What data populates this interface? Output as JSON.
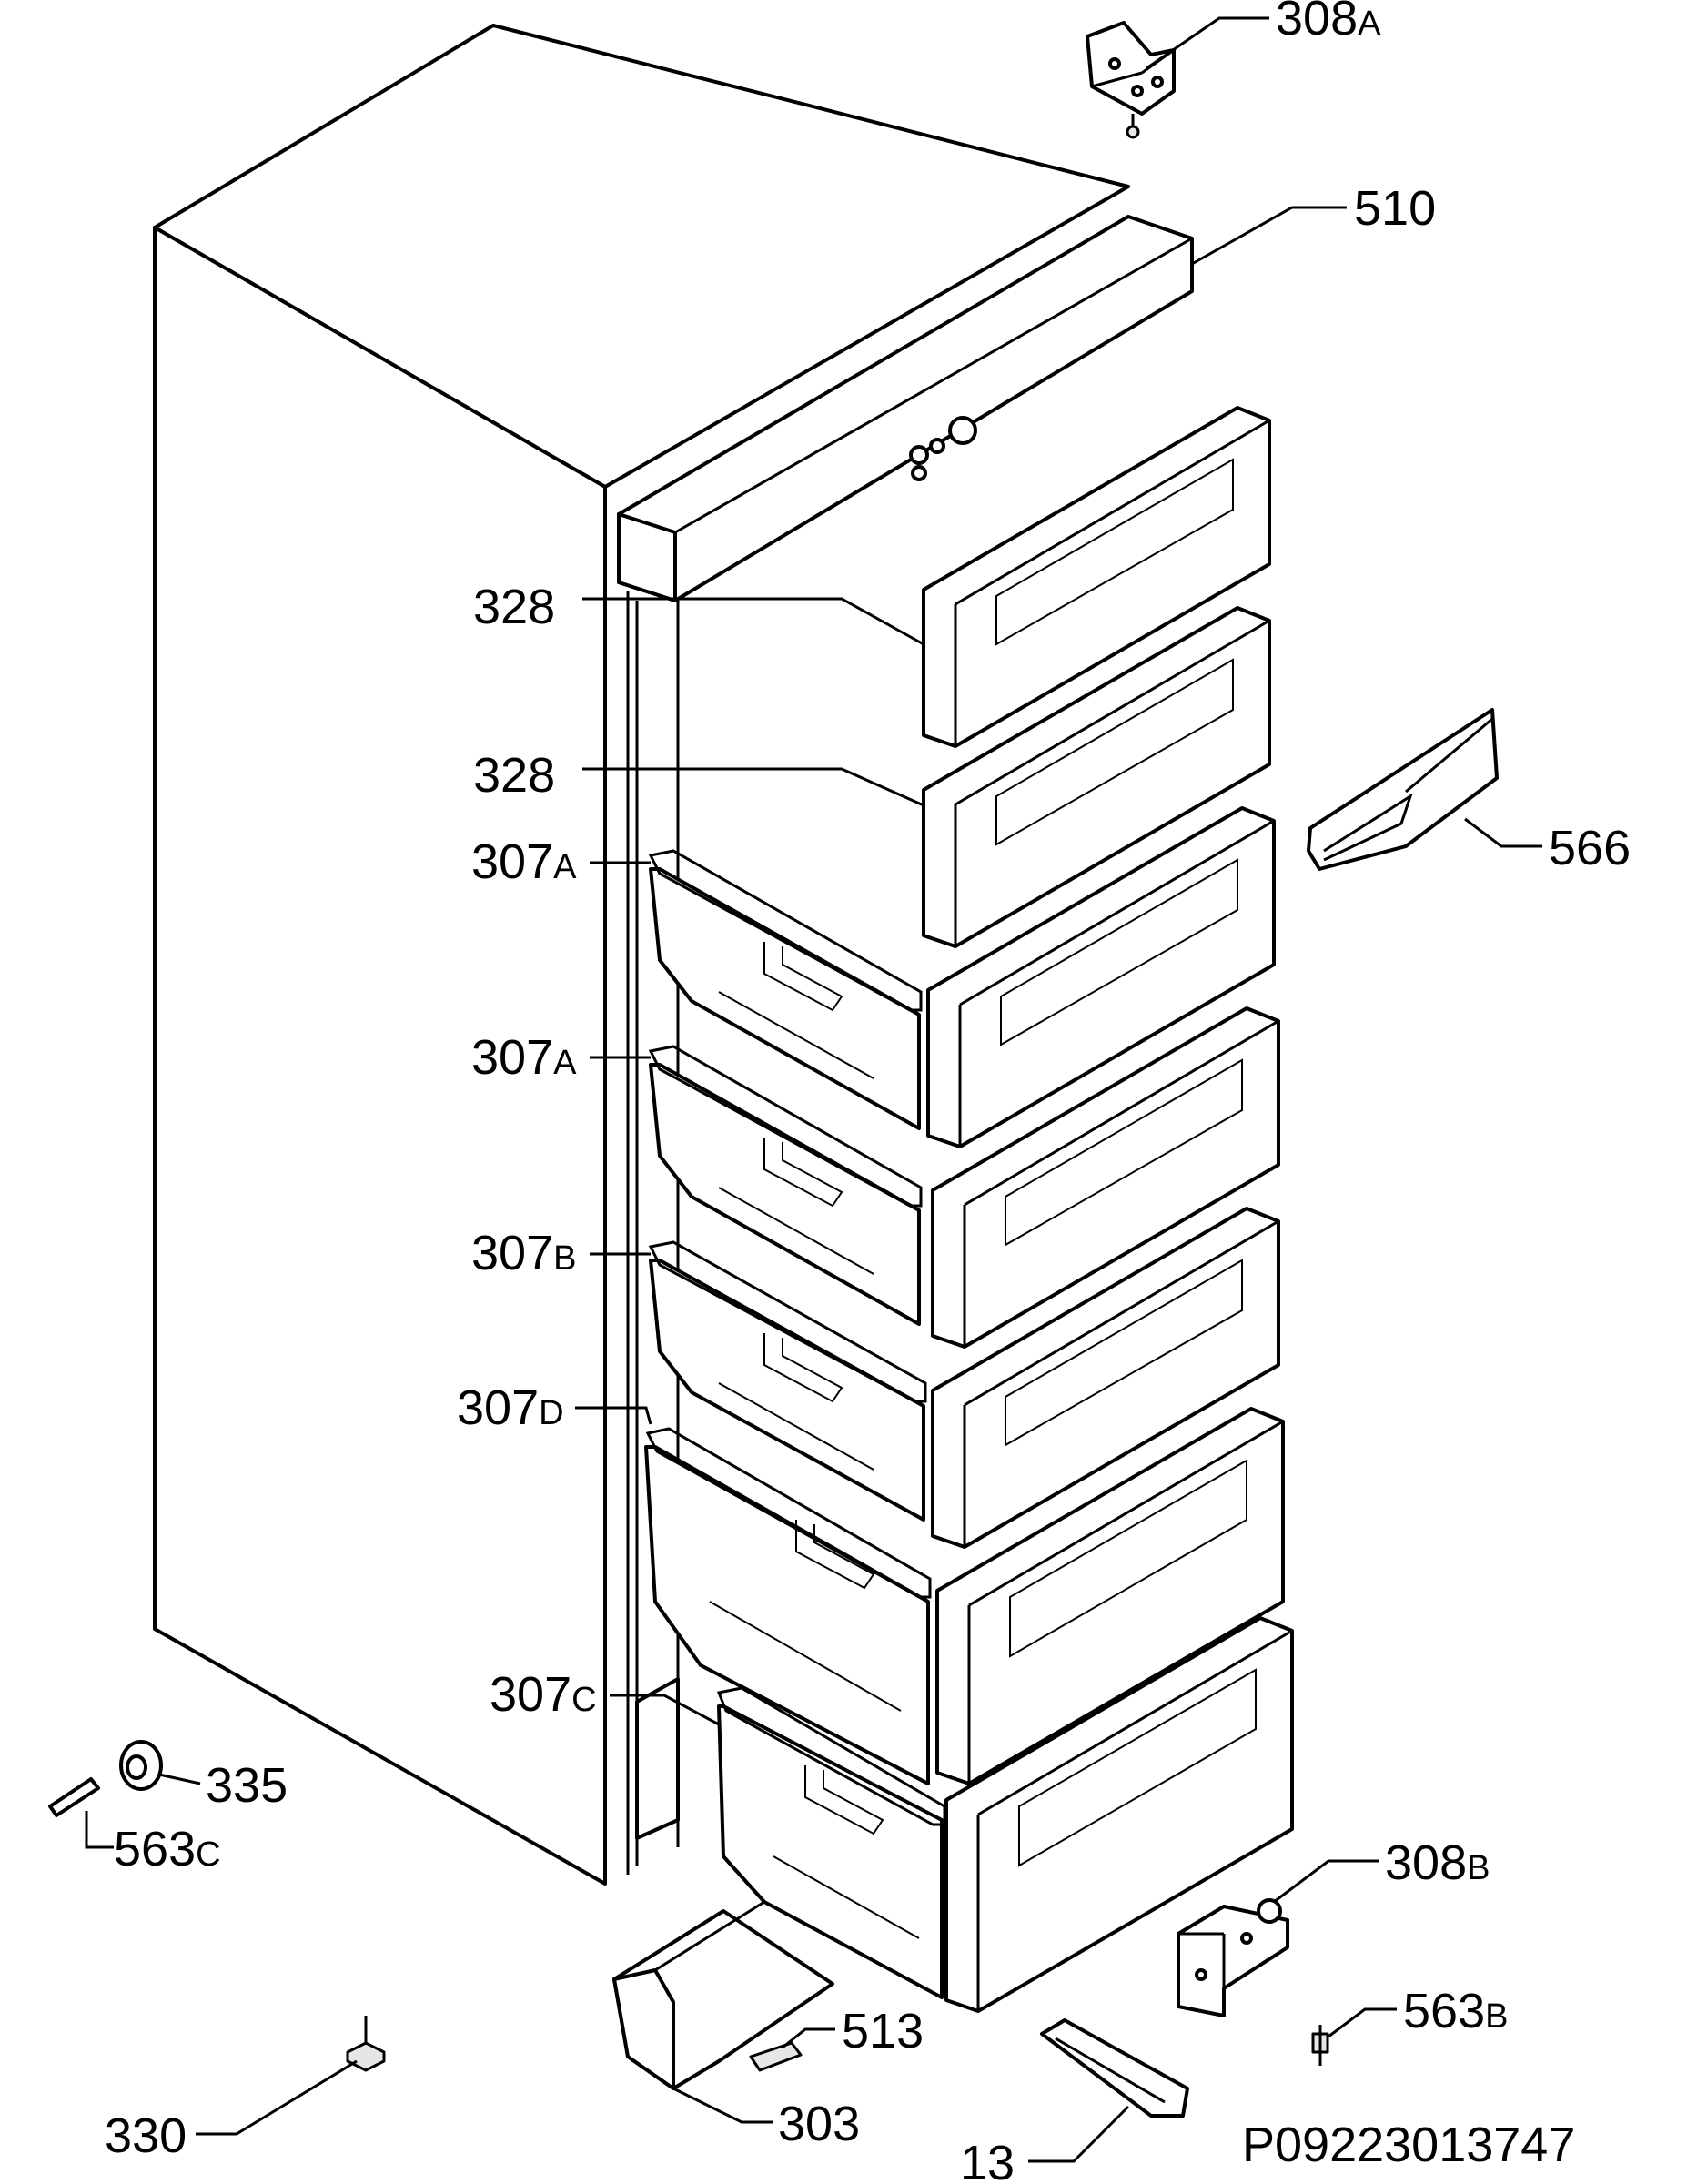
{
  "diagram_id": "P09223013747",
  "callouts": {
    "c308a": {
      "num": "308",
      "sub": "A"
    },
    "c510": {
      "num": "510",
      "sub": ""
    },
    "c328_1": {
      "num": "328",
      "sub": ""
    },
    "c328_2": {
      "num": "328",
      "sub": ""
    },
    "c566": {
      "num": "566",
      "sub": ""
    },
    "c307a_1": {
      "num": "307",
      "sub": "A"
    },
    "c307a_2": {
      "num": "307",
      "sub": "A"
    },
    "c307b": {
      "num": "307",
      "sub": "B"
    },
    "c307d": {
      "num": "307",
      "sub": "D"
    },
    "c307c": {
      "num": "307",
      "sub": "C"
    },
    "c335": {
      "num": "335",
      "sub": ""
    },
    "c563c": {
      "num": "563",
      "sub": "C"
    },
    "c308b": {
      "num": "308",
      "sub": "B"
    },
    "c563b": {
      "num": "563",
      "sub": "B"
    },
    "c513": {
      "num": "513",
      "sub": ""
    },
    "c330": {
      "num": "330",
      "sub": ""
    },
    "c303": {
      "num": "303",
      "sub": ""
    },
    "c13": {
      "num": "13",
      "sub": ""
    }
  }
}
